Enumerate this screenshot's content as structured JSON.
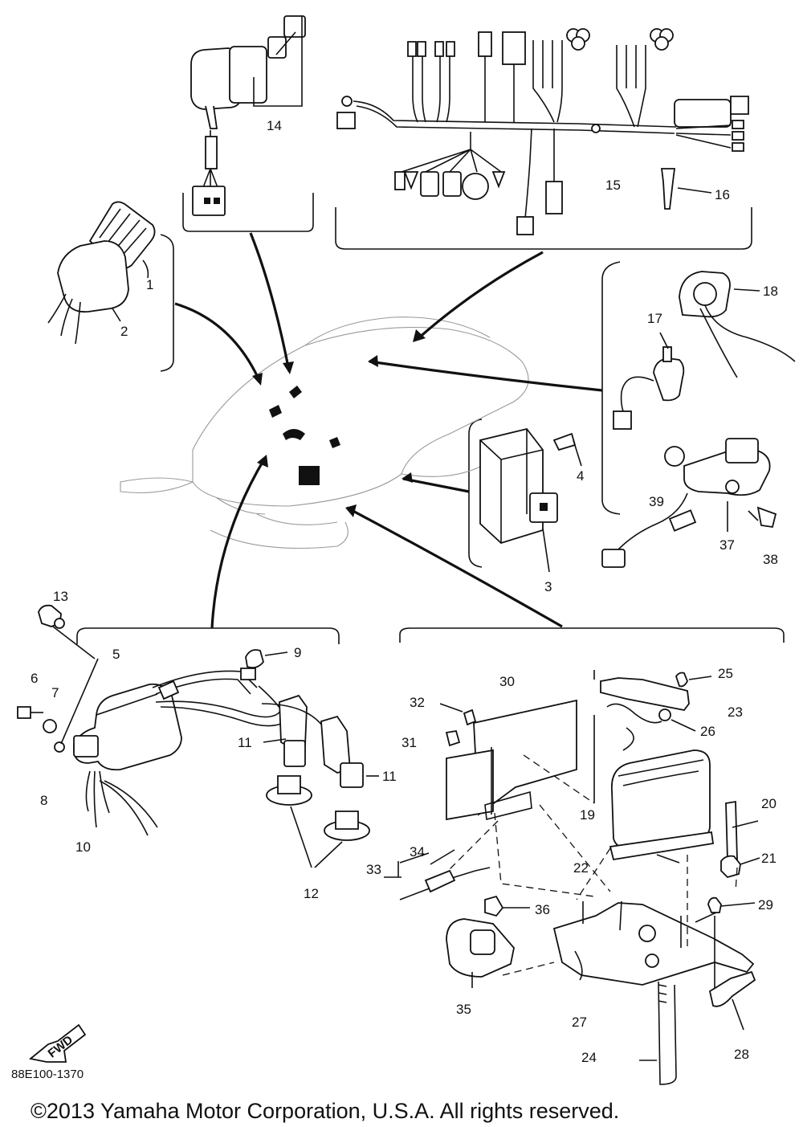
{
  "diagram": {
    "callouts": [
      {
        "id": "c1",
        "text": "1"
      },
      {
        "id": "c2",
        "text": "2"
      },
      {
        "id": "c3",
        "text": "3"
      },
      {
        "id": "c4",
        "text": "4"
      },
      {
        "id": "c5",
        "text": "5"
      },
      {
        "id": "c6",
        "text": "6"
      },
      {
        "id": "c7",
        "text": "7"
      },
      {
        "id": "c8",
        "text": "8"
      },
      {
        "id": "c9",
        "text": "9"
      },
      {
        "id": "c10",
        "text": "10"
      },
      {
        "id": "c11a",
        "text": "11"
      },
      {
        "id": "c11b",
        "text": "11"
      },
      {
        "id": "c12",
        "text": "12"
      },
      {
        "id": "c13",
        "text": "13"
      },
      {
        "id": "c14",
        "text": "14"
      },
      {
        "id": "c15",
        "text": "15"
      },
      {
        "id": "c16",
        "text": "16"
      },
      {
        "id": "c17",
        "text": "17"
      },
      {
        "id": "c18",
        "text": "18"
      },
      {
        "id": "c19",
        "text": "19"
      },
      {
        "id": "c20",
        "text": "20"
      },
      {
        "id": "c21",
        "text": "21"
      },
      {
        "id": "c22",
        "text": "22"
      },
      {
        "id": "c23",
        "text": "23"
      },
      {
        "id": "c24",
        "text": "24"
      },
      {
        "id": "c25",
        "text": "25"
      },
      {
        "id": "c26",
        "text": "26"
      },
      {
        "id": "c27",
        "text": "27"
      },
      {
        "id": "c28",
        "text": "28"
      },
      {
        "id": "c29",
        "text": "29"
      },
      {
        "id": "c30",
        "text": "30"
      },
      {
        "id": "c31",
        "text": "31"
      },
      {
        "id": "c32",
        "text": "32"
      },
      {
        "id": "c33",
        "text": "33"
      },
      {
        "id": "c34",
        "text": "34"
      },
      {
        "id": "c35",
        "text": "35"
      },
      {
        "id": "c36",
        "text": "36"
      },
      {
        "id": "c37",
        "text": "37"
      },
      {
        "id": "c38",
        "text": "38"
      },
      {
        "id": "c39",
        "text": "39"
      }
    ],
    "fwd_label": "FWD",
    "diagram_code": "88E100-1370",
    "copyright": "©2013 Yamaha Motor Corporation, U.S.A. All rights reserved."
  }
}
